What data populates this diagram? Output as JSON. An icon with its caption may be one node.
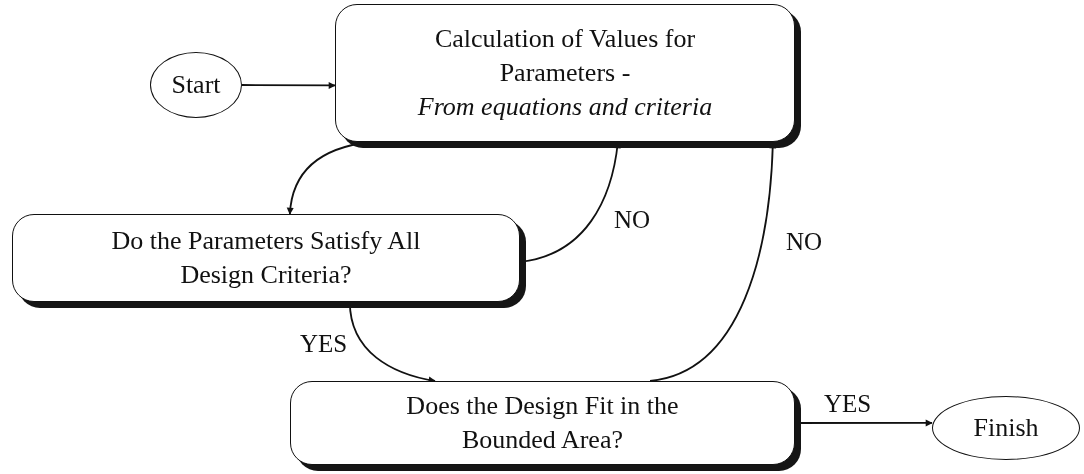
{
  "diagram": {
    "nodes": [
      {
        "text": [
          "Start"
        ]
      },
      {
        "text": [
          "Calculation of Values for Parameters -",
          "From equations and criteria"
        ]
      },
      {
        "text": [
          "Do the Parameters Satisfy All Design Criteria?"
        ]
      },
      {
        "text": [
          "Does the Design Fit in the Bounded Area?"
        ]
      },
      {
        "text": [
          "Finish"
        ]
      }
    ],
    "edges": [
      {
        "from": 0,
        "to": 1,
        "arrow": "to"
      },
      {
        "from": 1,
        "to": 2,
        "arrow": "to"
      },
      {
        "from": 2,
        "to": 1,
        "arrow": "to",
        "label": "NO"
      },
      {
        "from": 2,
        "to": 3,
        "arrow": "to",
        "label": "YES"
      },
      {
        "from": 3,
        "to": 1,
        "arrow": "to",
        "label": "NO"
      },
      {
        "from": 3,
        "to": 4,
        "arrow": "to",
        "label": "YES"
      }
    ]
  }
}
